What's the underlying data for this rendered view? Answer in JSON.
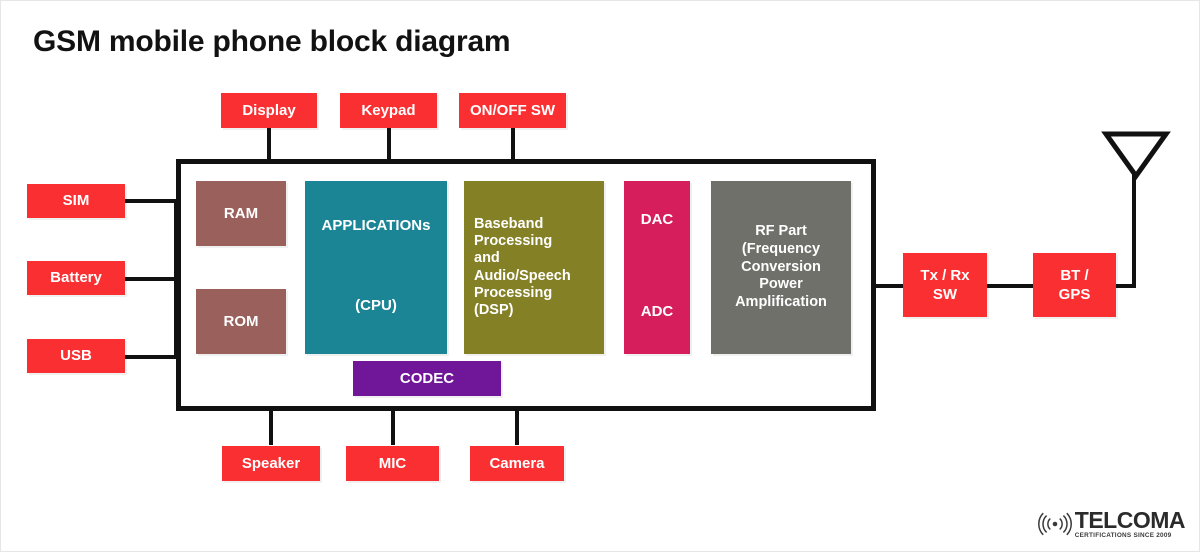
{
  "page": {
    "title": "GSM mobile phone block diagram",
    "background": "#ffffff"
  },
  "colors": {
    "red": "#fa2f32",
    "rose": "#99605c",
    "teal": "#1b8596",
    "olive": "#848025",
    "crimson": "#d61e5c",
    "grey": "#6f706a",
    "purple": "#6f1798",
    "wire": "#111111",
    "title_text": "#121212"
  },
  "diagram": {
    "type": "block-diagram",
    "peripherals_top": [
      {
        "label": "Display"
      },
      {
        "label": "Keypad"
      },
      {
        "label": "ON/OFF SW"
      }
    ],
    "peripherals_left": [
      {
        "label": "SIM"
      },
      {
        "label": "Battery"
      },
      {
        "label": "USB"
      }
    ],
    "peripherals_bottom": [
      {
        "label": "Speaker"
      },
      {
        "label": "MIC"
      },
      {
        "label": "Camera"
      }
    ],
    "peripherals_right": [
      {
        "label": "Tx / Rx\nSW",
        "line1": "Tx / Rx",
        "line2": "SW"
      },
      {
        "label": "BT /\nGPS",
        "line1": "BT /",
        "line2": "GPS"
      }
    ],
    "internal_blocks": [
      {
        "label": "RAM",
        "color": "rose"
      },
      {
        "label": "ROM",
        "color": "rose"
      },
      {
        "label": "APPLICATIONs",
        "sublabel": "(CPU)",
        "color": "teal"
      },
      {
        "label": "Baseband\nProcessing\nand\nAudio/Speech\nProcessing\n(DSP)",
        "color": "olive"
      },
      {
        "label": "DAC",
        "sublabel": "ADC",
        "color": "crimson"
      },
      {
        "label": "RF Part\n(Frequency\nConversion\nPower\nAmplification",
        "color": "grey"
      },
      {
        "label": "CODEC",
        "color": "purple"
      }
    ],
    "blocks": {
      "display": "Display",
      "keypad": "Keypad",
      "onoff_sw": "ON/OFF SW",
      "sim": "SIM",
      "battery": "Battery",
      "usb": "USB",
      "speaker": "Speaker",
      "mic": "MIC",
      "camera": "Camera",
      "ram": "RAM",
      "rom": "ROM",
      "applications": "APPLICATIONs",
      "cpu": "(CPU)",
      "dsp_l1": "Baseband",
      "dsp_l2": "Processing",
      "dsp_l3": "and",
      "dsp_l4": "Audio/Speech",
      "dsp_l5": "Processing",
      "dsp_l6": "(DSP)",
      "dac": "DAC",
      "adc": "ADC",
      "rf_l1": "RF Part",
      "rf_l2": "(Frequency",
      "rf_l3": "Conversion",
      "rf_l4": "Power",
      "rf_l5": "Amplification",
      "codec": "CODEC",
      "txrx_l1": "Tx / Rx",
      "txrx_l2": "SW",
      "btgps_l1": "BT /",
      "btgps_l2": "GPS"
    },
    "antenna": {
      "name": "antenna"
    }
  },
  "logo": {
    "name": "TELCOMA",
    "tagline": "CERTIFICATIONS SINCE 2009",
    "icon": "signal-waves-icon"
  }
}
